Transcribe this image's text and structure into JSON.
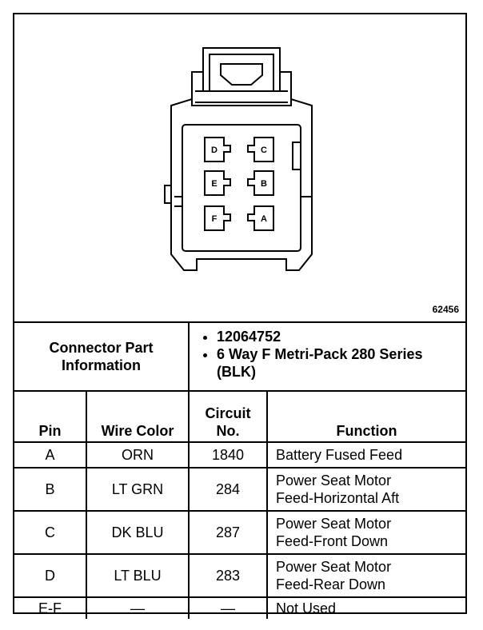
{
  "diagram": {
    "figure_id": "62456",
    "cavity_labels": [
      "D",
      "C",
      "E",
      "B",
      "F",
      "A"
    ]
  },
  "connector_info": {
    "label_line1": "Connector Part",
    "label_line2": "Information",
    "items": [
      "12064752",
      "6 Way F Metri-Pack 280 Series (BLK)"
    ]
  },
  "table": {
    "headers": {
      "pin": "Pin",
      "wire_color": "Wire Color",
      "circuit_line1": "Circuit",
      "circuit_line2": "No.",
      "function": "Function"
    },
    "rows": [
      {
        "pin": "A",
        "wire": "ORN",
        "circuit": "1840",
        "function_line1": "Battery Fused Feed",
        "function_line2": ""
      },
      {
        "pin": "B",
        "wire": "LT GRN",
        "circuit": "284",
        "function_line1": "Power Seat Motor",
        "function_line2": "Feed-Horizontal Aft"
      },
      {
        "pin": "C",
        "wire": "DK BLU",
        "circuit": "287",
        "function_line1": "Power Seat Motor",
        "function_line2": "Feed-Front Down"
      },
      {
        "pin": "D",
        "wire": "LT BLU",
        "circuit": "283",
        "function_line1": "Power Seat Motor",
        "function_line2": "Feed-Rear Down"
      },
      {
        "pin": "E-F",
        "wire": "—",
        "circuit": "—",
        "function_line1": "Not Used",
        "function_line2": ""
      }
    ]
  }
}
